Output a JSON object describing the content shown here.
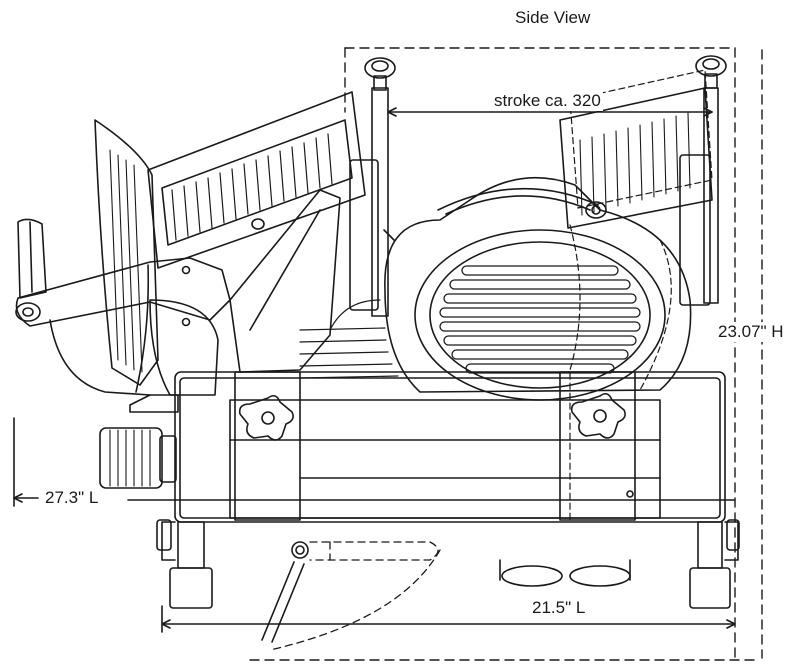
{
  "title": "Side View",
  "dimensions": {
    "stroke": "stroke ca. 320",
    "height": "23.07\" H",
    "length_overall": "27.3\" L",
    "length_base": "21.5\" L"
  },
  "colors": {
    "line": "#1a1a1a",
    "background": "#ffffff"
  }
}
